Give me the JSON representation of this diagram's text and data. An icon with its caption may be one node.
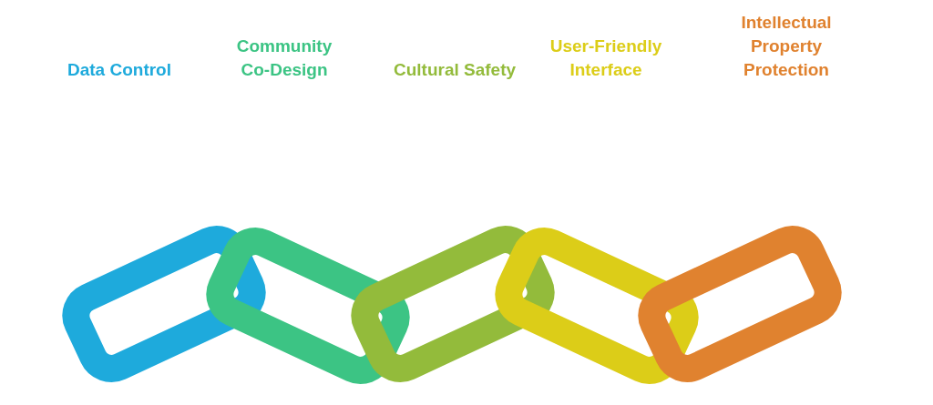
{
  "diagram": {
    "labels": [
      "Data Control",
      "Community Co-Design",
      "Cultural Safety",
      "User-Friendly Interface",
      "Intellectual Property Protection"
    ]
  }
}
